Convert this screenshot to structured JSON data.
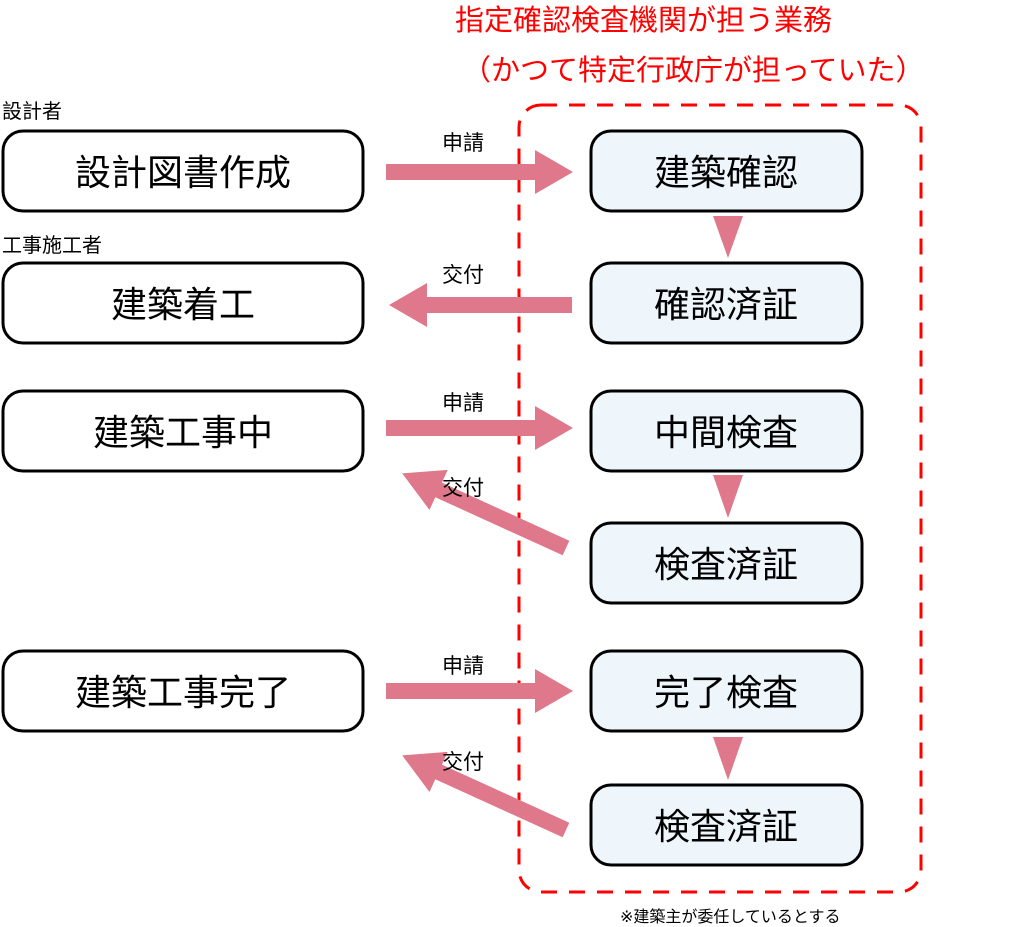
{
  "title": {
    "line1": "指定確認検査機関が担う業務",
    "line2": "（かつて特定行政庁が担っていた）"
  },
  "roles": {
    "designer": "設計者",
    "contractor": "工事施工者"
  },
  "left_boxes": [
    "設計図書作成",
    "建築着工",
    "建築工事中",
    "建築工事完了"
  ],
  "right_boxes": [
    "建築確認",
    "確認済証",
    "中間検査",
    "検査済証",
    "完了検査",
    "検査済証"
  ],
  "arrow_labels": {
    "apply": "申請",
    "issue": "交付"
  },
  "flows": [
    {
      "from": "設計図書作成",
      "to": "建築確認",
      "label": "申請",
      "direction": "right"
    },
    {
      "from": "確認済証",
      "to": "建築着工",
      "label": "交付",
      "direction": "left"
    },
    {
      "from": "建築工事中",
      "to": "中間検査",
      "label": "申請",
      "direction": "right"
    },
    {
      "from": "検査済証",
      "to": "建築工事中",
      "label": "交付",
      "direction": "left"
    },
    {
      "from": "建築工事完了",
      "to": "完了検査",
      "label": "申請",
      "direction": "right"
    },
    {
      "from": "検査済証",
      "to": "建築工事完了",
      "label": "交付",
      "direction": "left"
    }
  ],
  "footnote": "※建築主が委任しているとする",
  "colors": {
    "title": "#ff0000",
    "dashed_border": "#ff0000",
    "arrow": "#de788a",
    "right_box_fill": "#eef6fb",
    "left_box_fill": "#ffffff"
  }
}
